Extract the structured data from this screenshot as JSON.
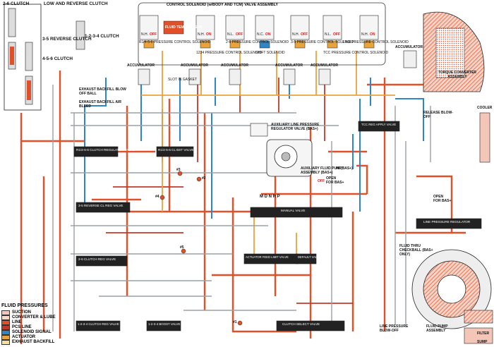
{
  "diagram": {
    "solenoid_header": "CONTROL SOLENOID (w/BODY AND TCM) VALVE ASSEMBLY",
    "solenoids": [
      {
        "name": "R1/4-5-6 PRESSURE CONTROL SOLENOID",
        "state": "N.H.",
        "status": "OFF"
      },
      {
        "name": "1234 PRESSURE CONTROL SOLENOID",
        "state": "N.H.",
        "status": "ON"
      },
      {
        "name": "2-6 PRESSURE CONTROL SOLENOID",
        "state": "N.L.",
        "status": "OFF"
      },
      {
        "name": "SHIFT SOLENOID",
        "state": "N.C.",
        "status": "ON"
      },
      {
        "name": "3-5 PRESSURE CONTROL SOLENOID",
        "state": "N.H.",
        "status": "OFF"
      },
      {
        "name": "TCC PRESSURE CONTROL SOLENOID",
        "state": "N.L.",
        "status": "OFF"
      },
      {
        "name": "LINE PRESSURE CONTROL SOLENOID",
        "state": "N.H.",
        "status": "ON"
      }
    ],
    "clutches": [
      "2-6 CLUTCH",
      "LOW AND REVERSE CLUTCH",
      "1-2-3-4 CLUTCH",
      "3-5 REVERSE CLUTCH",
      "4-5-6 CLUTCH"
    ],
    "valves": [
      "R1/4-5-6 CLUTCH REGULATOR VALVE",
      "R1/4-5-6 CL BST VALVE",
      "3-5 REVERSE CL REG VALVE",
      "2-6 CLUTCH REG VALVE",
      "1-2-3-4 CLUTCH REG VALVE",
      "1-2-3-4 BOOST VALVE",
      "CLUTCH SELECT VALVE",
      "ACTUATOR FEED LIMIT VALVE",
      "DEFAULT VALVE",
      "MANUAL VALVE",
      "TCC REG APPLY VALVE",
      "LINE PRESSURE REGULATOR",
      "AUXILIARY LINE PRESSURE REGULATOR VALVE (BAS+)"
    ],
    "misc_labels": {
      "fluid_temp": "FLUID TEMP SENSOR",
      "slot": "SLOT IN GASKET",
      "accumulator": "ACCUMULATOR",
      "exhaust_ball": "EXHAUST BACKFILL BLOW OFF BALL",
      "exhaust_bleed": "EXHAUST BACKFILL AIR BLEED",
      "torque_conv": "TORQUE CONVERTER ASSEMBLY",
      "release_blowoff": "RELEASE BLOW-OFF",
      "cooler": "COOLER",
      "aux_pump": "AUXILIARY FLUID PUMP ASSEMBLY (BAS+)",
      "aux_pump_status": "OFF",
      "bas_tag": "#6 (BAS+)",
      "open_bas": "OPEN FOR BAS+",
      "checkball": "FLUID THRU CHECKBALL (BAS+ ONLY)",
      "line_blowoff": "LINE PRESSURE BLOW-OFF",
      "fluid_pump": "FLUID PUMP ASSEMBLY",
      "manual_positions": "M D N R    P",
      "filter": "FILTER",
      "sump": "SUMP",
      "cb3": "#3",
      "cb2": "#2",
      "cb4": "#4",
      "cb5": "#5",
      "cb1": "#1"
    }
  },
  "legend": {
    "title": "FLUID PRESSURES",
    "items": [
      {
        "label": "SUCTION",
        "color": "#f4c6b8"
      },
      {
        "label": "CONVERTER & LUBE",
        "color": "#f9d8cc"
      },
      {
        "label": "LINE",
        "color": "#e2502a"
      },
      {
        "label": "PCS LINE",
        "color": "#c0392b"
      },
      {
        "label": "SOLENOID SIGNAL",
        "color": "#2e86c8"
      },
      {
        "label": "ACTUATOR",
        "color": "#e8a33b"
      },
      {
        "label": "EXHAUST BACKFILL",
        "color": "#f5df9a"
      }
    ]
  },
  "colors": {
    "line": "#e2502a",
    "pcs": "#c0392b",
    "signal": "#2e86c8",
    "actuator": "#e8a33b",
    "exhaust": "#9aa0a6",
    "suction": "#f4c6b8"
  }
}
